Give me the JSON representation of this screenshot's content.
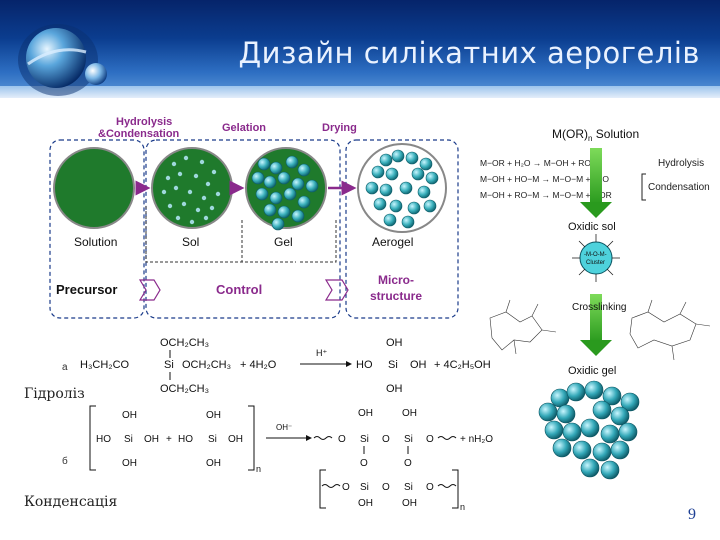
{
  "slide": {
    "title": "Дизайн силікатних аерогелів",
    "page_number": "9",
    "captions": {
      "hydrolysis": "Гідроліз",
      "condensation": "Конденсація"
    }
  },
  "process_diagram": {
    "stages": {
      "hydrolysis": "Hydrolysis",
      "condensation": "&Condensation",
      "gelation": "Gelation",
      "drying": "Drying"
    },
    "states": {
      "solution": "Solution",
      "sol": "Sol",
      "gel": "Gel",
      "aerogel": "Aerogel"
    },
    "precursor": "Precursor",
    "control": "Control",
    "microstructure_1": "Micro-",
    "microstructure_2": "structure"
  },
  "right_scheme": {
    "header": "M(OR)",
    "header_sub": "n",
    "header_suffix": " Solution",
    "eq1": "M−OR + H₂O → M−OH + ROH",
    "eq2": "M−OH + HO−M → M−O−M + H₂O",
    "eq3": "M−OH + RO−M → M−O−M + HOR",
    "hydrolysis": "Hydrolysis",
    "condensation": "Condensation",
    "oxidic_sol": "Oxidic sol",
    "cluster_1": "-M-O-M-",
    "cluster_2": "Cluster",
    "crosslinking": "Crosslinking",
    "oxidic_gel": "Oxidic gel"
  },
  "reactions": {
    "a": {
      "label": "a",
      "reactant_left": "H₃CH₂CO",
      "si": "Si",
      "top": "OCH₂CH₃",
      "right": "OCH₂CH₃",
      "bottom": "OCH₂CH₃",
      "water": "+ 4H₂O",
      "catalyst": "H⁺",
      "product_left": "HO",
      "product_top": "OH",
      "product_right": "OH",
      "product_bottom": "OH",
      "byproduct": "+ 4C₂H₅OH"
    },
    "b": {
      "label": "б",
      "oh": "OH",
      "ho": "HO",
      "si": "Si",
      "plus": "+",
      "catalyst": "OH⁻",
      "n": "n",
      "o": "O",
      "byproduct": "+ nH₂O"
    }
  },
  "colors": {
    "header_dark": "#06246a",
    "header_light": "#5d97d8",
    "green": "#1f7a2c",
    "particle": "#3ab0bc",
    "arrow": "#8a2a8c",
    "number": "#1d3f94"
  }
}
